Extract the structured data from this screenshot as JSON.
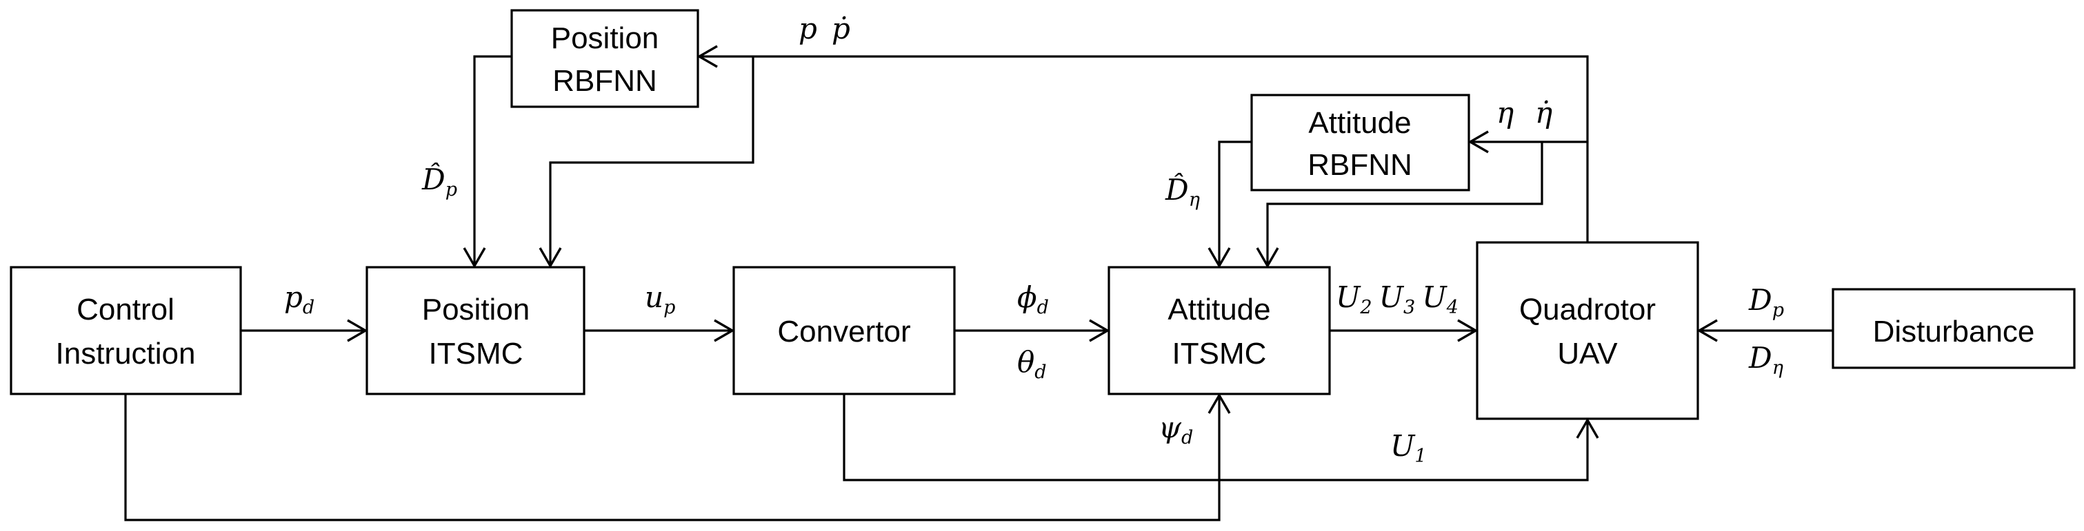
{
  "blocks": {
    "control_instruction": {
      "line1": "Control",
      "line2": "Instruction"
    },
    "position_itsmc": {
      "line1": "Position",
      "line2": "ITSMC"
    },
    "convertor": {
      "label": "Convertor"
    },
    "attitude_itsmc": {
      "line1": "Attitude",
      "line2": "ITSMC"
    },
    "quadrotor_uav": {
      "line1": "Quadrotor",
      "line2": "UAV"
    },
    "disturbance": {
      "label": "Disturbance"
    },
    "position_rbfnn": {
      "line1": "Position",
      "line2": "RBFNN"
    },
    "attitude_rbfnn": {
      "line1": "Attitude",
      "line2": "RBFNN"
    }
  },
  "signals": {
    "p_d": {
      "base": "p",
      "sub": "d"
    },
    "u_p": {
      "base": "u",
      "sub": "p"
    },
    "phi_d": {
      "base": "ϕ",
      "sub": "d"
    },
    "theta_d": {
      "base": "θ",
      "sub": "d"
    },
    "psi_d": {
      "base": "ψ",
      "sub": "d"
    },
    "u2": {
      "base": "U",
      "sub": "2"
    },
    "u3": {
      "base": "U",
      "sub": "3"
    },
    "u4": {
      "base": "U",
      "sub": "4"
    },
    "u1": {
      "base": "U",
      "sub": "1"
    },
    "dist_p": {
      "base": "D",
      "sub": "p"
    },
    "dist_eta": {
      "base": "D",
      "sub": "η"
    },
    "dhat_p": {
      "base": "D̂",
      "sub": "p"
    },
    "dhat_eta": {
      "base": "D̂",
      "sub": "η"
    },
    "p": "p",
    "p_dot": "ṗ",
    "eta": "η",
    "eta_dot": "η̇"
  }
}
